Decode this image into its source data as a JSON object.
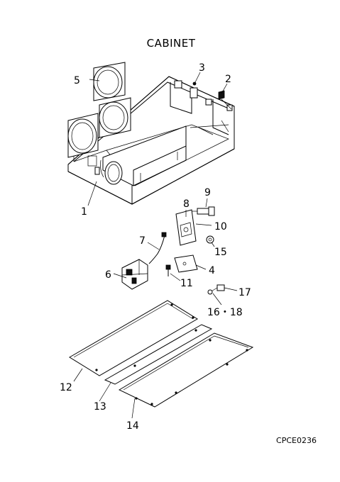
{
  "title": "CABINET",
  "drawing_code": "CPCE0236",
  "parts": [
    {
      "id": "p1",
      "label": "1"
    },
    {
      "id": "p2",
      "label": "2"
    },
    {
      "id": "p3",
      "label": "3"
    },
    {
      "id": "p4",
      "label": "4"
    },
    {
      "id": "p5",
      "label": "5"
    },
    {
      "id": "p6",
      "label": "6"
    },
    {
      "id": "p7",
      "label": "7"
    },
    {
      "id": "p8",
      "label": "8"
    },
    {
      "id": "p9",
      "label": "9"
    },
    {
      "id": "p10",
      "label": "10"
    },
    {
      "id": "p11",
      "label": "11"
    },
    {
      "id": "p12",
      "label": "12"
    },
    {
      "id": "p13",
      "label": "13"
    },
    {
      "id": "p14",
      "label": "14"
    },
    {
      "id": "p15",
      "label": "15"
    },
    {
      "id": "p16-18",
      "label": "16・18"
    },
    {
      "id": "p17",
      "label": "17"
    }
  ]
}
